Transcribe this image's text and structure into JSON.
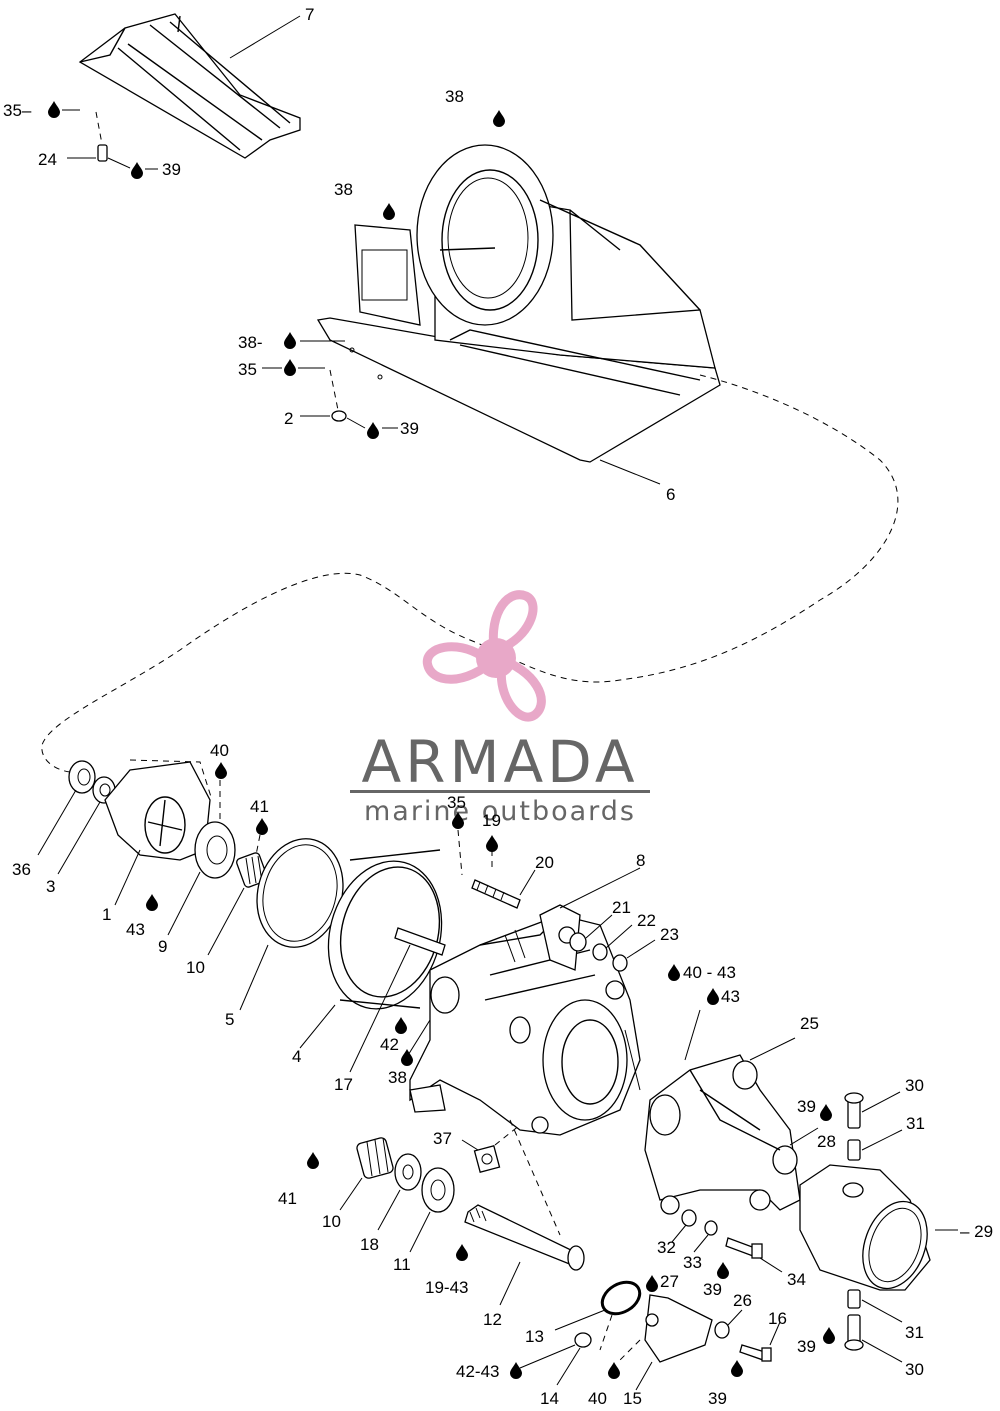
{
  "logo": {
    "word": "ARMADA",
    "tagline": "marine outboards",
    "brand_color": "#e8a8c8",
    "text_color": "#666666"
  },
  "callouts": [
    {
      "id": "c7",
      "text": "7"
    },
    {
      "id": "c35a",
      "text": "35–"
    },
    {
      "id": "c24",
      "text": "24"
    },
    {
      "id": "c39a",
      "text": "39"
    },
    {
      "id": "c38a",
      "text": "38"
    },
    {
      "id": "c38b",
      "text": "38"
    },
    {
      "id": "c38c",
      "text": "38-"
    },
    {
      "id": "c35b",
      "text": "35"
    },
    {
      "id": "c2",
      "text": "2"
    },
    {
      "id": "c39b",
      "text": "39"
    },
    {
      "id": "c6",
      "text": "6"
    },
    {
      "id": "c40a",
      "text": "40"
    },
    {
      "id": "c41a",
      "text": "41"
    },
    {
      "id": "c35c",
      "text": "35"
    },
    {
      "id": "c19",
      "text": "19"
    },
    {
      "id": "c20",
      "text": "20"
    },
    {
      "id": "c8",
      "text": "8"
    },
    {
      "id": "c36",
      "text": "36"
    },
    {
      "id": "c3",
      "text": "3"
    },
    {
      "id": "c1",
      "text": "1"
    },
    {
      "id": "c43a",
      "text": "43"
    },
    {
      "id": "c9",
      "text": "9"
    },
    {
      "id": "c10a",
      "text": "10"
    },
    {
      "id": "c5",
      "text": "5"
    },
    {
      "id": "c4",
      "text": "4"
    },
    {
      "id": "c17",
      "text": "17"
    },
    {
      "id": "c42a",
      "text": "42"
    },
    {
      "id": "c38d",
      "text": "38"
    },
    {
      "id": "c21",
      "text": "21"
    },
    {
      "id": "c22",
      "text": "22"
    },
    {
      "id": "c23",
      "text": "23"
    },
    {
      "id": "c40_43",
      "text": "40 - 43"
    },
    {
      "id": "c43b",
      "text": "43"
    },
    {
      "id": "c25",
      "text": "25"
    },
    {
      "id": "c30a",
      "text": "30"
    },
    {
      "id": "c39c",
      "text": "39"
    },
    {
      "id": "c31a",
      "text": "31"
    },
    {
      "id": "c28",
      "text": "28"
    },
    {
      "id": "c29",
      "text": "– 29"
    },
    {
      "id": "c37",
      "text": "37"
    },
    {
      "id": "c41b",
      "text": "41"
    },
    {
      "id": "c10b",
      "text": "10"
    },
    {
      "id": "c18",
      "text": "18"
    },
    {
      "id": "c11",
      "text": "11"
    },
    {
      "id": "c19_43",
      "text": "19-43"
    },
    {
      "id": "c12",
      "text": "12"
    },
    {
      "id": "c32",
      "text": "32"
    },
    {
      "id": "c33",
      "text": "33"
    },
    {
      "id": "c34",
      "text": "34"
    },
    {
      "id": "c39d",
      "text": "39"
    },
    {
      "id": "c27",
      "text": "27"
    },
    {
      "id": "c26",
      "text": "26"
    },
    {
      "id": "c16",
      "text": "16"
    },
    {
      "id": "c13",
      "text": "13"
    },
    {
      "id": "c42_43",
      "text": "42-43"
    },
    {
      "id": "c14",
      "text": "14"
    },
    {
      "id": "c40b",
      "text": "40"
    },
    {
      "id": "c15",
      "text": "15"
    },
    {
      "id": "c39e",
      "text": "39"
    },
    {
      "id": "c31b",
      "text": "31"
    },
    {
      "id": "c39f",
      "text": "39"
    },
    {
      "id": "c30b",
      "text": "30"
    }
  ]
}
